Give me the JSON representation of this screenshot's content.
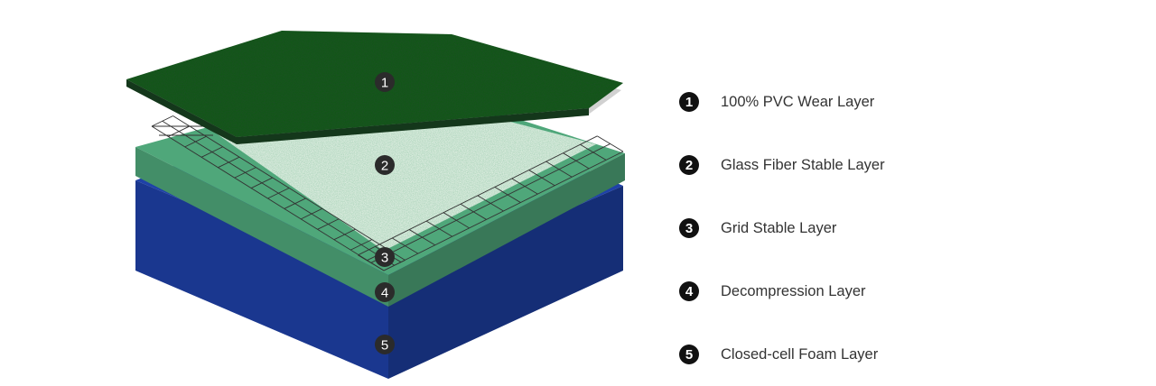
{
  "colors": {
    "wear": "#1d4f26",
    "glass_fiber": "#dfeee2",
    "grid_line": "#333333",
    "decompression": "#4fa77a",
    "foam": "#1e41a8",
    "callout_bg": "#2b2b2b"
  },
  "layers": [
    {
      "number": "1",
      "label": "100% PVC Wear Layer"
    },
    {
      "number": "2",
      "label": "Glass Fiber Stable Layer"
    },
    {
      "number": "3",
      "label": "Grid Stable Layer"
    },
    {
      "number": "4",
      "label": "Decompression Layer"
    },
    {
      "number": "5",
      "label": "Closed-cell Foam Layer"
    }
  ]
}
